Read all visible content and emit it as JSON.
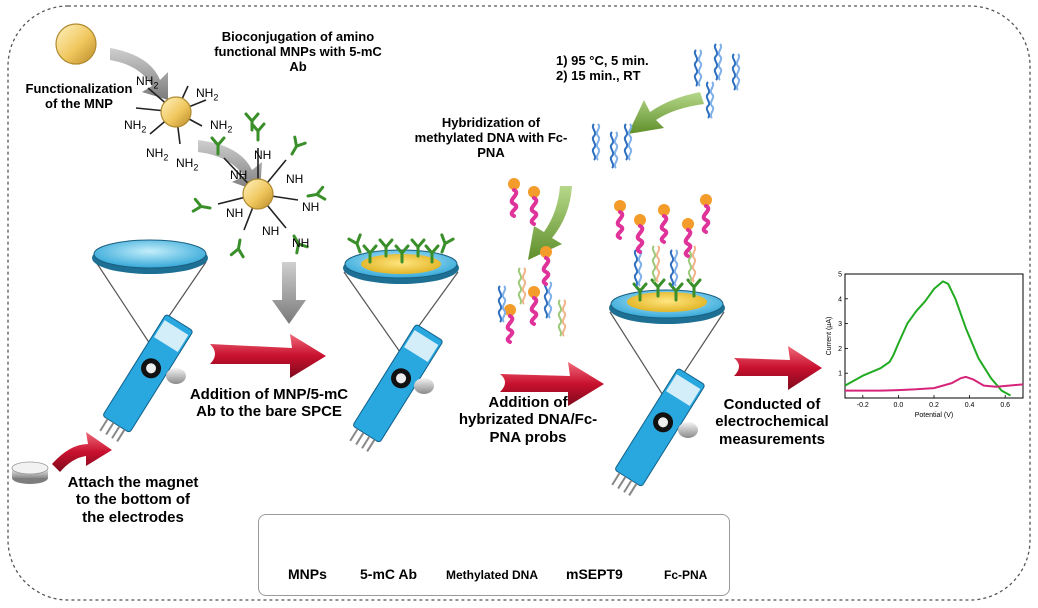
{
  "steps": {
    "functionalization": [
      "Functionalization",
      "of the MNP"
    ],
    "bioconjugation": [
      "Bioconjugation of amino",
      "functional MNPs with 5-mC",
      "Ab"
    ],
    "denature": [
      "1) 95 °C, 5 min.",
      "2) 15 min., RT"
    ],
    "hybridization": [
      "Hybridization of",
      "methylated DNA with Fc-",
      "PNA"
    ],
    "addition_mnp": [
      "Addition of MNP/5-mC",
      "Ab to the bare SPCE"
    ],
    "addition_dna": [
      "Addition of",
      "hybrizated DNA/Fc-",
      "PNA probs"
    ],
    "conducted": [
      "Conducted of",
      "electrochemical",
      "measurements"
    ],
    "magnet": [
      "Attach the magnet",
      "to the bottom of",
      "the electrodes"
    ]
  },
  "amine_labels": {
    "nh2": "NH",
    "sub": "2",
    "nh": "NH"
  },
  "legend": {
    "mnps": "MNPs",
    "ab": "5-mC Ab",
    "methylated_dna": "Methylated DNA",
    "msept9": "mSEPT9",
    "fc_pna": "Fc-PNA"
  },
  "colors": {
    "mnp": "#f0c75e",
    "antibody": "#3a8f2a",
    "electrode": "#29a8e0",
    "electrode_disc": "#7fd3f0",
    "red_arrow": "#c8102e",
    "grey_arrow": "#9a9a9a",
    "green_arrow": "#7fae3e",
    "fc_pna": "#e0339a",
    "fc_head": "#f39c2a",
    "dna_blue": "#2e6fbf"
  },
  "chart_data": {
    "type": "line",
    "xlabel": "Potential (V)",
    "ylabel": "Current (µA)",
    "xlim": [
      -0.3,
      0.7
    ],
    "ylim": [
      0,
      5
    ],
    "xticks": [
      "-0.2",
      "0.0",
      "0.2",
      "0.4",
      "0.6"
    ],
    "yticks": [
      "1",
      "2",
      "3",
      "4",
      "5"
    ],
    "series": [
      {
        "color": "#22aa22",
        "x": [
          -0.3,
          -0.2,
          -0.1,
          -0.05,
          -0.03,
          0.0,
          0.05,
          0.1,
          0.15,
          0.2,
          0.25,
          0.28,
          0.32,
          0.38,
          0.45,
          0.52,
          0.58,
          0.63
        ],
        "y": [
          0.5,
          0.9,
          1.2,
          1.45,
          1.7,
          2.2,
          3.0,
          3.5,
          3.9,
          4.4,
          4.7,
          4.6,
          4.0,
          2.8,
          1.6,
          0.8,
          0.3,
          0.1
        ]
      },
      {
        "color": "#d6247a",
        "x": [
          -0.3,
          -0.1,
          0.0,
          0.1,
          0.2,
          0.3,
          0.35,
          0.38,
          0.42,
          0.48,
          0.55,
          0.62,
          0.7
        ],
        "y": [
          0.3,
          0.3,
          0.32,
          0.35,
          0.4,
          0.6,
          0.8,
          0.85,
          0.75,
          0.5,
          0.45,
          0.5,
          0.55
        ]
      }
    ]
  }
}
